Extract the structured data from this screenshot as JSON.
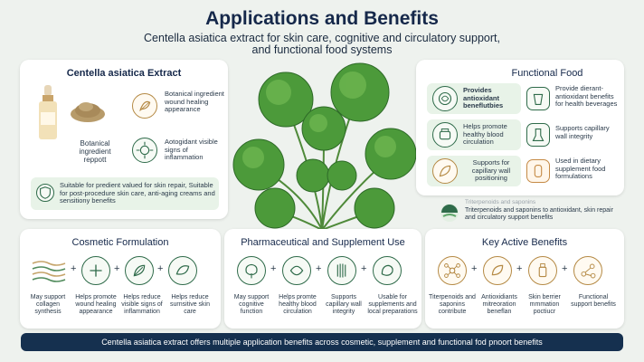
{
  "header": {
    "title": "Applications and Benefits",
    "subtitle": "Centella asiatica extract for skin care, cognitive and circulatory support, and functional food systems"
  },
  "extract_card": {
    "title": "Centella asiatica Extract",
    "item1": "Botanical ingredient wound healing appearance",
    "item2": "Botanical ingredient reppott",
    "item3": "Aotogidant visible signs of inflammation",
    "note": "Suitable for predient valued for skin repair, Suitable for post-procedure skin care, anti-aging creams and sensitiony benefits"
  },
  "functional_card": {
    "title": "Functional Food",
    "items": [
      "Provides antioxidant beneflutbies",
      "Provide dierant-antioxidant benefits for health beverages",
      "Helps promote healthy blood circulation",
      "Supports capillary wall integrity",
      "Supports for capillary wall positioning",
      "Used in dietary supplement food formulations"
    ]
  },
  "note_panel": {
    "line1": "Triterpenoids and saponins",
    "line2": "Triterpenoids and saponins to antioxidant, skin repair and circulatory support benefits"
  },
  "cosmetic_card": {
    "title": "Cosmetic Formulation",
    "captions": [
      "May support collagen synthesis",
      "Helps promote wound healing appearance",
      "Helps reduce visible signs of inflammation",
      "Helps reduce surnsitive skin care"
    ]
  },
  "pharma_card": {
    "title": "Pharmaceutical and Supplement Use",
    "captions": [
      "May support cognitive function",
      "Helps promte healthy blood circulation",
      "Supports capillary wall integrity",
      "Usable for supplements and local preparations"
    ]
  },
  "benefits_card": {
    "title": "Key Active Benefits",
    "captions": [
      "Titerpenoids and saponins contribute",
      "Antioxidiants mitreoration beneflan",
      "Skin berrier mmmation poctiucr",
      "Functional support benefits"
    ]
  },
  "footer": {
    "text": "Centella asiatica extract offers multiple application benefits across cosmetic, supplement and functional fod pnoort benefits"
  },
  "colors": {
    "green": "#2f6b4a",
    "gold": "#b58a45",
    "navy": "#15304f"
  }
}
